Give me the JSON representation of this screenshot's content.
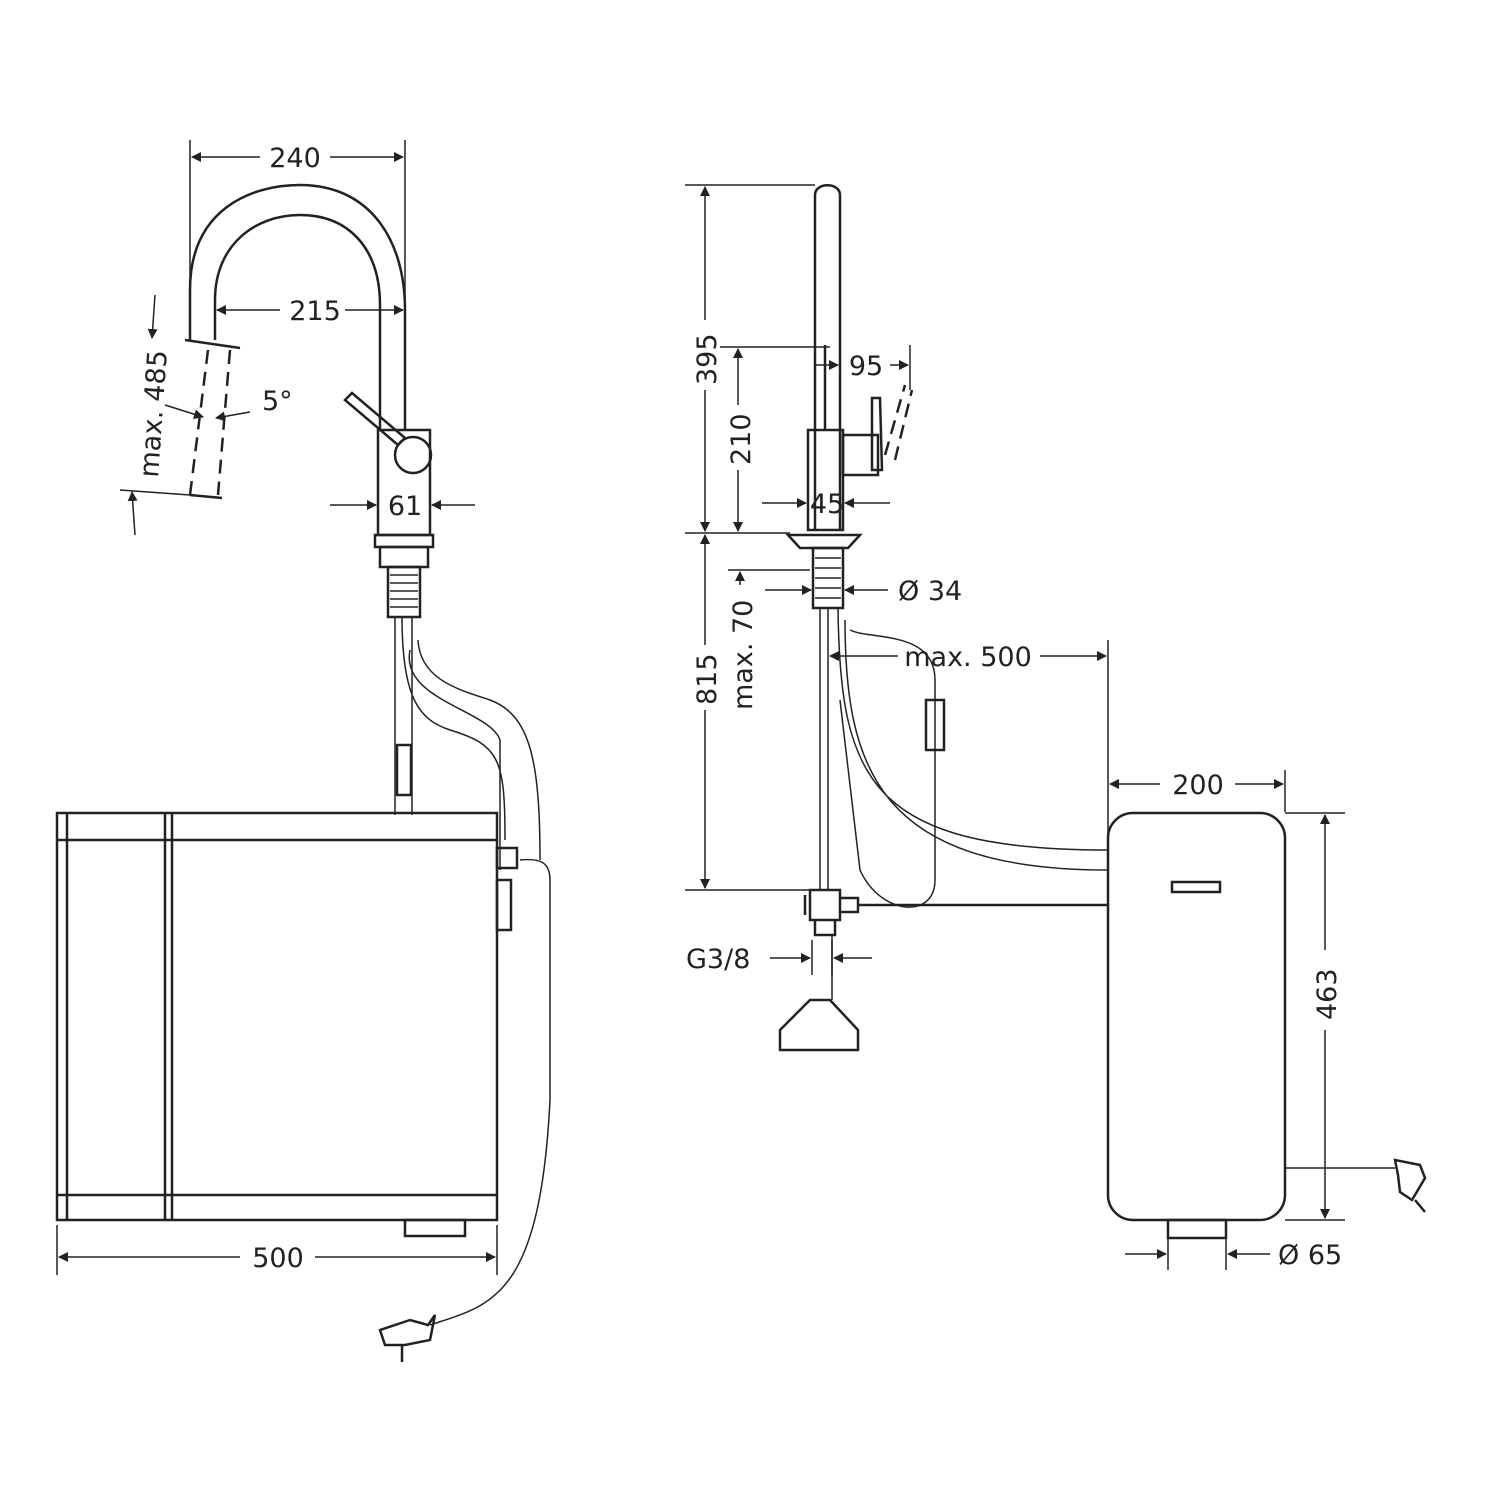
{
  "front_view": {
    "spout_reach": "240",
    "spout_inner_reach": "215",
    "max_height": "max. 485",
    "angle": "5°",
    "body_diameter": "61",
    "tank_width": "500"
  },
  "side_view": {
    "height_above_deck": "395",
    "lever_height": "210",
    "lever_reach": "95",
    "base_width": "45",
    "shank_diameter": "Ø 34",
    "max_deck_thickness": "max. 70",
    "below_deck_height": "815",
    "max_hose_distance": "max. 500",
    "tank_depth": "200",
    "tank_height": "463",
    "connection_thread": "G3/8",
    "outlet_diameter": "Ø 65"
  },
  "colors": {
    "line": "#222222",
    "background": "#ffffff"
  }
}
